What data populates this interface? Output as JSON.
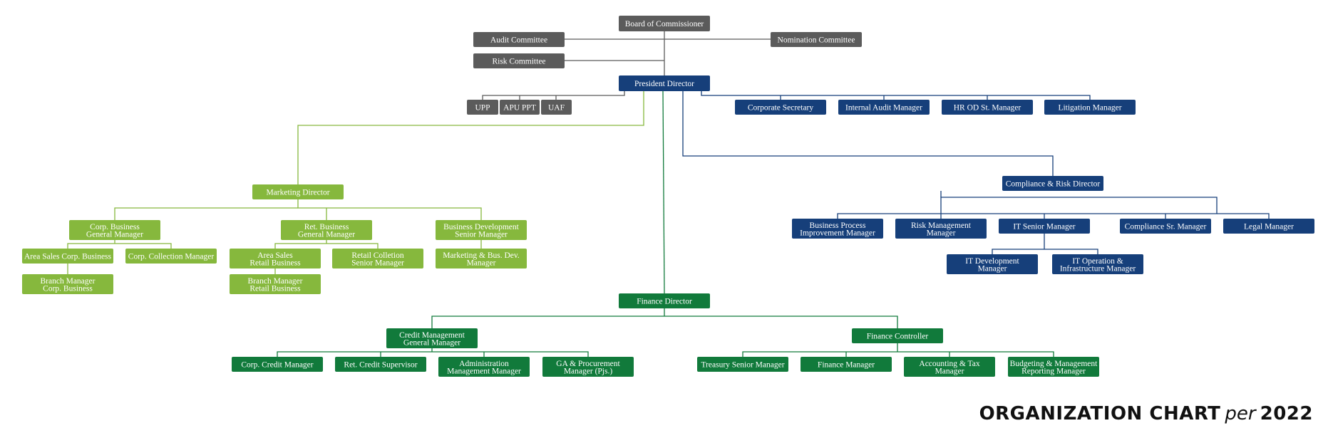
{
  "colors": {
    "gray": "#5b5b5b",
    "blue": "#163f7a",
    "light_green": "#86b83d",
    "dark_green": "#117a3b"
  },
  "nodes": {
    "board": [
      "Board of Commissioner"
    ],
    "audit_committee": [
      "Audit Committee"
    ],
    "nomination_committee": [
      "Nomination Committee"
    ],
    "risk_committee": [
      "Risk Committee"
    ],
    "president": [
      "President Director"
    ],
    "upp": [
      "UPP"
    ],
    "apu_ppt": [
      "APU PPT"
    ],
    "uaf": [
      "UAF"
    ],
    "corp_secretary": [
      "Corporate Secretary"
    ],
    "internal_audit": [
      "Internal Audit Manager"
    ],
    "hr_od": [
      "HR OD St. Manager"
    ],
    "litigation": [
      "Litigation Manager"
    ],
    "marketing_director": [
      "Marketing Director"
    ],
    "corp_business_gm": [
      "Corp. Business",
      "General Manager"
    ],
    "ret_business_gm": [
      "Ret. Business",
      "General Manager"
    ],
    "bus_dev_sm": [
      "Business Development",
      "Senior Manager"
    ],
    "area_sales_corp": [
      "Area Sales Corp. Business"
    ],
    "corp_collection": [
      "Corp. Collection Manager"
    ],
    "area_sales_retail": [
      "Area Sales",
      "Retail Business"
    ],
    "retail_collection": [
      "Retail Colletion",
      "Senior Manager"
    ],
    "marketing_bus_dev": [
      "Marketing & Bus. Dev.",
      "Manager"
    ],
    "branch_corp": [
      "Branch Manager",
      "Corp. Business"
    ],
    "branch_retail": [
      "Branch Manager",
      "Retail Business"
    ],
    "compliance_director": [
      "Compliance & Risk Director"
    ],
    "bpi_manager": [
      "Business Process",
      "Improvement Manager"
    ],
    "risk_manager": [
      "Risk Management",
      "Manager"
    ],
    "it_senior": [
      "IT Senior Manager"
    ],
    "compliance_sm": [
      "Compliance Sr. Manager"
    ],
    "legal_manager": [
      "Legal Manager"
    ],
    "it_dev": [
      "IT Development",
      "Manager"
    ],
    "it_ops": [
      "IT Operation &",
      "Infrastructure Manager"
    ],
    "finance_director": [
      "Finance Director"
    ],
    "credit_gm": [
      "Credit Management",
      "General Manager"
    ],
    "finance_controller": [
      "Finance Controller"
    ],
    "corp_credit": [
      "Corp. Credit Manager"
    ],
    "ret_credit": [
      "Ret. Credit Supervisor"
    ],
    "admin_manager": [
      "Administration",
      "Management Manager"
    ],
    "ga_procurement": [
      "GA & Procurement",
      "Manager (Pjs.)"
    ],
    "treasury": [
      "Treasury Senior Manager"
    ],
    "finance_manager": [
      "Finance Manager"
    ],
    "accounting_tax": [
      "Accounting & Tax",
      "Manager"
    ],
    "budgeting": [
      "Budgeting & Management",
      "Reporting Manager"
    ]
  },
  "title": {
    "main": "ORGANIZATION CHART",
    "connector": "per",
    "year": "2022"
  }
}
